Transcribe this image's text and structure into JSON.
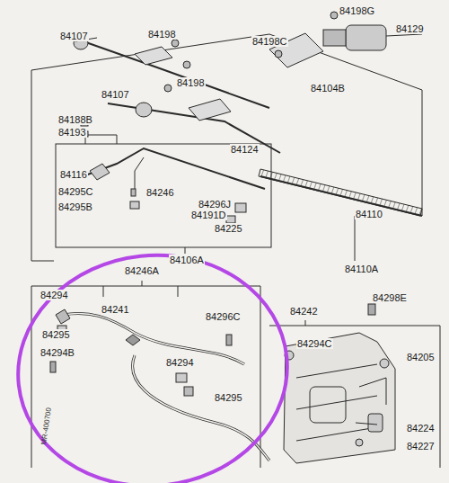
{
  "diagram": {
    "labels": [
      "84107",
      "84198",
      "84198G",
      "84198C",
      "84129",
      "84198",
      "84107",
      "84104B",
      "84188B",
      "84193",
      "84124",
      "84116",
      "84246",
      "84295C",
      "84296J",
      "84295B",
      "84191D",
      "84225",
      "84110",
      "84106A",
      "84110A",
      "84246A",
      "84294",
      "84241",
      "84296C",
      "84242",
      "84298E",
      "84295",
      "84294C",
      "84205",
      "84294B",
      "84294",
      "84295",
      "84224",
      "84227",
      "MR-400700"
    ]
  }
}
